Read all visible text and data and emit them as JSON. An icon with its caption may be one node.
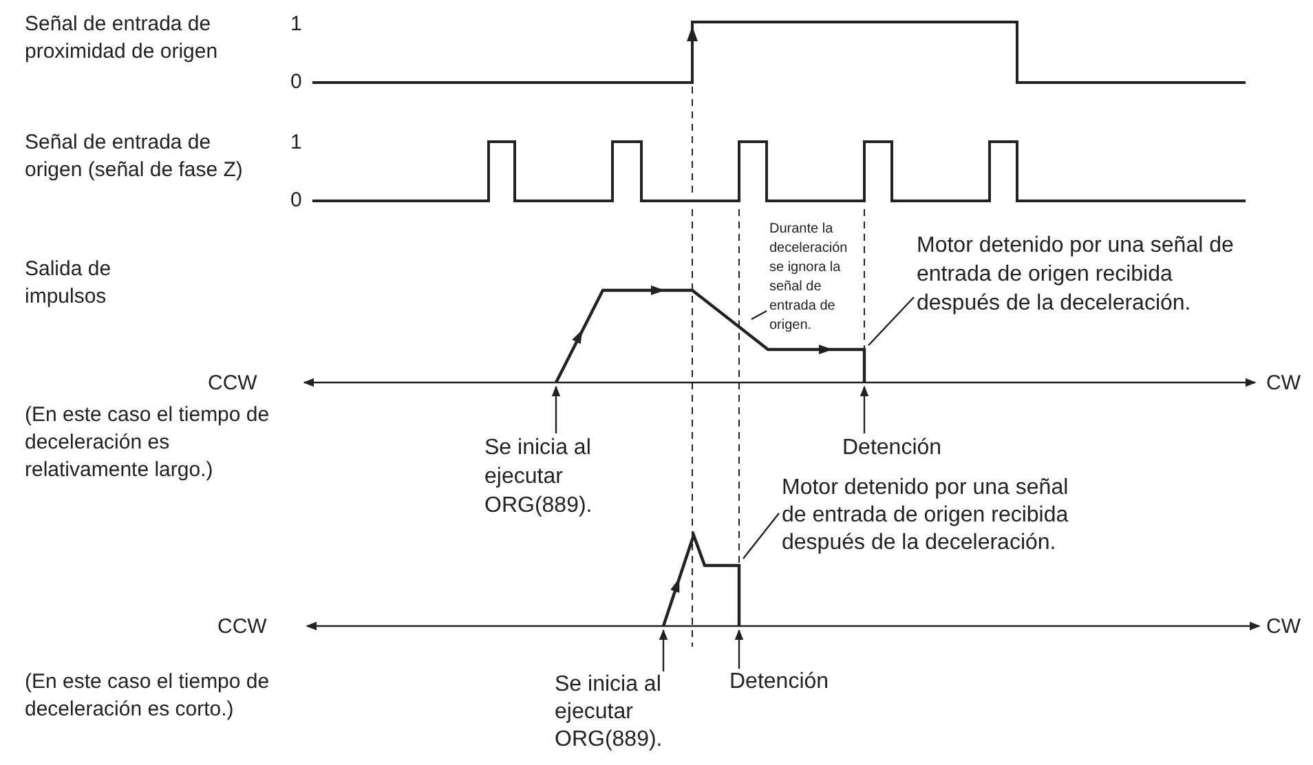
{
  "diagram": {
    "nodes": [
      {
        "text": [
          "Durante la deceleración se ignora la señal de entrada de origen."
        ]
      },
      {
        "text": [
          "Motor detenido por una señal de entrada de origen recibida después de la deceleración."
        ]
      },
      {
        "text": [
          "Se inicia al ejecutar ORG(889)."
        ]
      },
      {
        "text": [
          "Detención"
        ]
      },
      {
        "text": [
          "Motor detenido por una señal de entrada de origen recibida después de la deceleración."
        ]
      },
      {
        "text": [
          "Se inicia al ejecutar ORG(889)."
        ]
      },
      {
        "text": [
          "Detención"
        ]
      },
      {
        "text": [],
        "shape": "picture"
      },
      {
        "text": [],
        "shape": "picture"
      }
    ],
    "edges": [
      {
        "from": 0,
        "to": 7,
        "arrow": "none"
      },
      {
        "from": 1,
        "to": 7,
        "arrow": "none"
      },
      {
        "from": 2,
        "to": 7,
        "arrow": "to"
      },
      {
        "from": 3,
        "to": 7,
        "arrow": "to"
      },
      {
        "from": 4,
        "to": 8,
        "arrow": "none"
      },
      {
        "from": 5,
        "to": 8,
        "arrow": "to"
      },
      {
        "from": 6,
        "to": 8,
        "arrow": "to"
      }
    ],
    "labels": [
      "Señal de entrada de proximidad de origen",
      "1",
      "0",
      "Señal de entrada de origen (señal de fase Z)",
      "1",
      "0",
      "Salida de impulsos",
      "CCW",
      "CW",
      "(En este caso el tiempo de deceleración es relativamente largo.)",
      "CCW",
      "CW",
      "(En este caso el tiempo de deceleración es corto.)"
    ]
  }
}
